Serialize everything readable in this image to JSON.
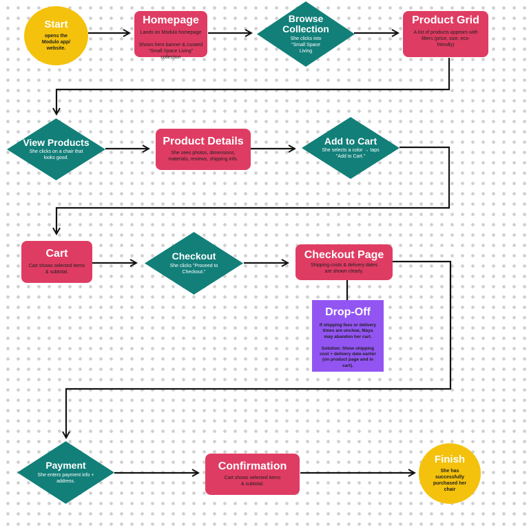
{
  "colors": {
    "start_end": "#f4c20d",
    "page": "#df3c63",
    "decision": "#127f79",
    "drop_off": "#9355f2",
    "connector": "#111111"
  },
  "nodes": {
    "start": {
      "title": "Start",
      "desc": "opens the\nModulo app/\nwebsite."
    },
    "homepage": {
      "title": "Homepage",
      "desc": "Lands on Modulo homepage\n\nShows hero banner & curated\n\"Small Space Living\" collection"
    },
    "browse": {
      "title": "Browse\nCollection",
      "desc": "She clicks into\n\"Small Space\nLiving"
    },
    "product_grid": {
      "title": "Product Grid",
      "desc": "A list of products appears with\nfilters (price, size, eco-\nfriendly)"
    },
    "view_products": {
      "title": "View Products",
      "desc": "She clicks on a chair that\nlooks good."
    },
    "product_details": {
      "title": "Product Details",
      "desc": "She sees photos, dimensions,\nmaterials, reviews, shipping info."
    },
    "add_to_cart": {
      "title": "Add to Cart",
      "desc": "She selects a color → taps\n\"Add to Cart.\""
    },
    "cart": {
      "title": "Cart",
      "desc": "Cart shows selected items\n& subtotal."
    },
    "checkout": {
      "title": "Checkout",
      "desc": "She clicks \"Proceed to\nCheckout.\""
    },
    "checkout_page": {
      "title": "Checkout Page",
      "desc": "Shipping costs & delivery dates\nare shown clearly."
    },
    "drop_off": {
      "title": "Drop-Off",
      "desc": "If shipping fees or delivery\ntimes are unclear, Maya\nmay abandon her cart.\n\nSolution: Show shipping\ncost + delivery date earlier\n(on product page and in\ncart)."
    },
    "payment": {
      "title": "Payment",
      "desc": "She enters payment info +\naddress."
    },
    "confirmation": {
      "title": "Confirmation",
      "desc": "Cart shows selected items\n& subtotal."
    },
    "finish": {
      "title": "Finish",
      "desc": "She has\nsuccessfully\npurchased her\nchair"
    }
  },
  "edges": [
    [
      "start",
      "homepage"
    ],
    [
      "homepage",
      "browse"
    ],
    [
      "browse",
      "product_grid"
    ],
    [
      "product_grid",
      "view_products"
    ],
    [
      "view_products",
      "product_details"
    ],
    [
      "product_details",
      "add_to_cart"
    ],
    [
      "add_to_cart",
      "cart"
    ],
    [
      "cart",
      "checkout"
    ],
    [
      "checkout",
      "checkout_page"
    ],
    [
      "checkout_page",
      "drop_off"
    ],
    [
      "checkout_page",
      "payment"
    ],
    [
      "payment",
      "confirmation"
    ],
    [
      "confirmation",
      "finish"
    ]
  ]
}
